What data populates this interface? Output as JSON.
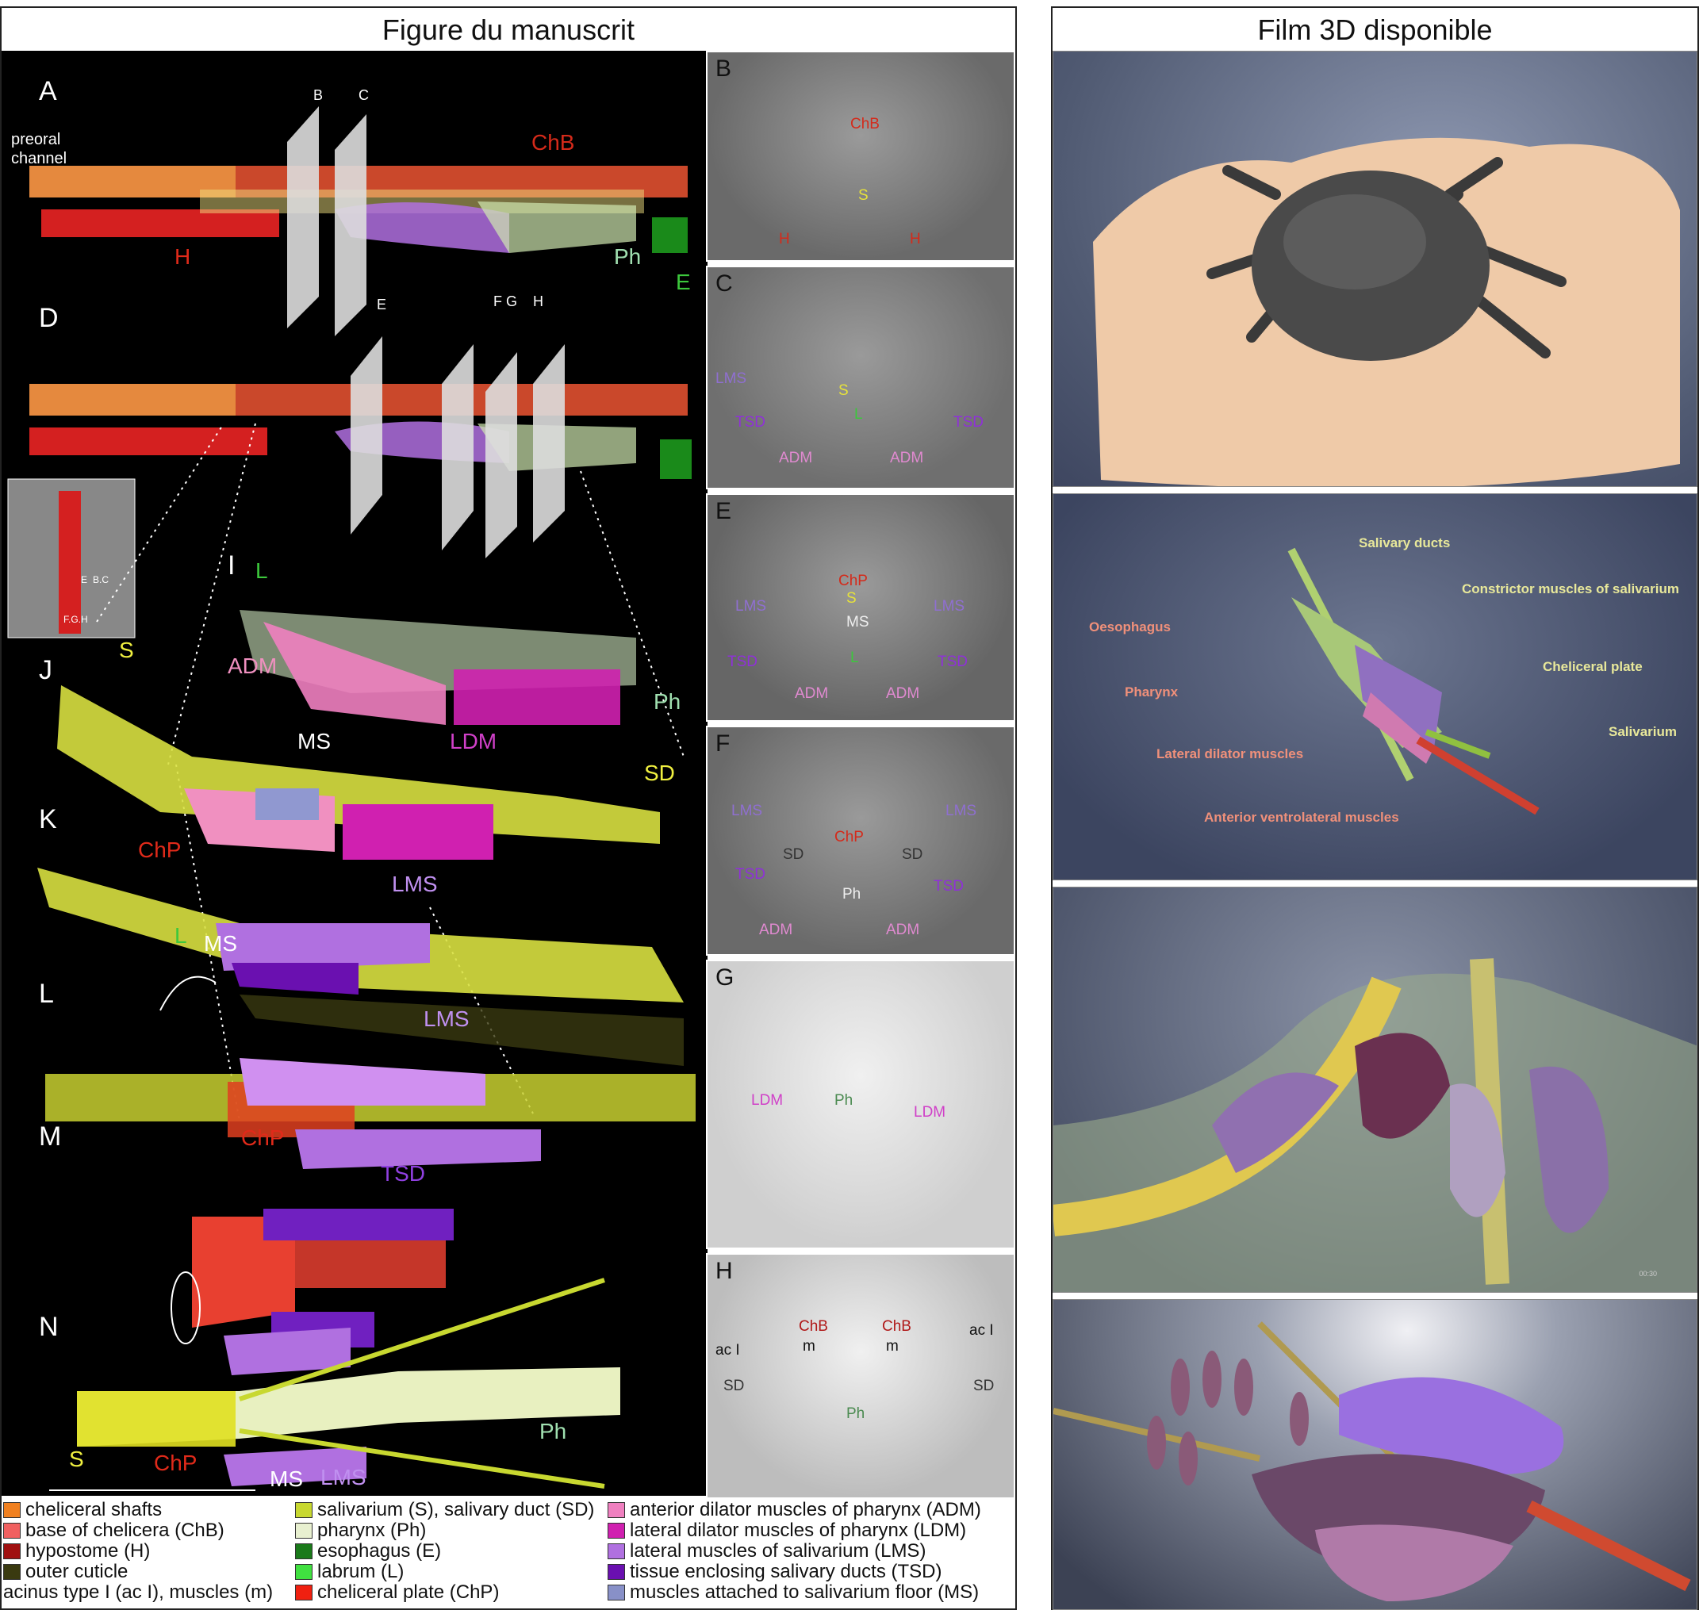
{
  "left_title": "Figure du manuscrit",
  "right_title": "Film 3D disponible",
  "panel_letters": {
    "A": "A",
    "D": "D",
    "I": "I",
    "J": "J",
    "K": "K",
    "L": "L",
    "M": "M",
    "N": "N"
  },
  "slice_letters": {
    "B": "B",
    "C": "C",
    "E": "E",
    "FG": "F G",
    "H": "H"
  },
  "inset_labels": [
    "B.C",
    "E",
    "F.G.H"
  ],
  "main_labels": {
    "preoral_channel": "preoral channel",
    "ChB": "ChB",
    "H": "H",
    "Ph": "Ph",
    "E": "E",
    "L_I": "L",
    "ADM": "ADM",
    "LDM": "LDM",
    "Ph_I": "Ph",
    "S_J": "S",
    "MS_J": "MS",
    "SD": "SD",
    "ChP_K": "ChP",
    "LMS_K": "LMS",
    "L_K": "L",
    "MS_K": "MS",
    "LMS_L": "LMS",
    "ChP_M": "ChP",
    "TSD": "TSD",
    "Ph_N": "Ph",
    "S_N": "S",
    "ChP_N": "ChP",
    "MS_N": "MS",
    "LMS_N": "LMS"
  },
  "em_panels": [
    {
      "letter": "B",
      "labels": [
        [
          "ChB",
          180,
          80,
          "#d42a1a"
        ],
        [
          "S",
          190,
          170,
          "#e6e23a"
        ],
        [
          "H",
          90,
          225,
          "#d42a1a"
        ],
        [
          "H",
          255,
          225,
          "#d42a1a"
        ]
      ]
    },
    {
      "letter": "C",
      "labels": [
        [
          "LMS",
          10,
          130,
          "#8f6fd0"
        ],
        [
          "S",
          165,
          145,
          "#e6e23a"
        ],
        [
          "L",
          185,
          175,
          "#3cc83c"
        ],
        [
          "TSD",
          35,
          185,
          "#8f30d8"
        ],
        [
          "TSD",
          310,
          185,
          "#8f30d8"
        ],
        [
          "ADM",
          90,
          230,
          "#e08ad0"
        ],
        [
          "ADM",
          230,
          230,
          "#e08ad0"
        ]
      ]
    },
    {
      "letter": "E",
      "labels": [
        [
          "ChP",
          165,
          98,
          "#d42a1a"
        ],
        [
          "S",
          175,
          120,
          "#e6e23a"
        ],
        [
          "LMS",
          35,
          130,
          "#8f6fd0"
        ],
        [
          "LMS",
          285,
          130,
          "#8f6fd0"
        ],
        [
          "MS",
          175,
          150,
          "#eeeeee"
        ],
        [
          "TSD",
          25,
          200,
          "#8f30d8"
        ],
        [
          "TSD",
          290,
          200,
          "#8f30d8"
        ],
        [
          "L",
          180,
          195,
          "#3cc83c"
        ],
        [
          "ADM",
          110,
          240,
          "#e08ad0"
        ],
        [
          "ADM",
          225,
          240,
          "#e08ad0"
        ]
      ]
    },
    {
      "letter": "F",
      "labels": [
        [
          "LMS",
          30,
          95,
          "#8f6fd0"
        ],
        [
          "LMS",
          300,
          95,
          "#8f6fd0"
        ],
        [
          "ChP",
          160,
          128,
          "#d42a1a"
        ],
        [
          "SD",
          95,
          150,
          "#333333"
        ],
        [
          "SD",
          245,
          150,
          "#333333"
        ],
        [
          "TSD",
          35,
          175,
          "#8f30d8"
        ],
        [
          "TSD",
          285,
          190,
          "#8f30d8"
        ],
        [
          "Ph",
          170,
          200,
          "#eeeeee"
        ],
        [
          "ADM",
          65,
          245,
          "#e08ad0"
        ],
        [
          "ADM",
          225,
          245,
          "#e08ad0"
        ]
      ]
    },
    {
      "letter": "G",
      "labels": [
        [
          "LDM",
          55,
          165,
          "#d040c8"
        ],
        [
          "Ph",
          160,
          165,
          "#4a8a50"
        ],
        [
          "LDM",
          260,
          180,
          "#d040c8"
        ]
      ]
    },
    {
      "letter": "H",
      "labels": [
        [
          "ChB",
          115,
          80,
          "#b01818"
        ],
        [
          "ChB",
          220,
          80,
          "#b01818"
        ],
        [
          "m",
          120,
          105,
          "#111111"
        ],
        [
          "m",
          225,
          105,
          "#111111"
        ],
        [
          "ac I",
          10,
          110,
          "#111111"
        ],
        [
          "ac I",
          330,
          85,
          "#111111"
        ],
        [
          "SD",
          20,
          155,
          "#333333"
        ],
        [
          "SD",
          335,
          155,
          "#333333"
        ],
        [
          "Ph",
          175,
          190,
          "#4a8a50"
        ]
      ]
    }
  ],
  "movie_labels": [
    {
      "text": "Salivary ducts",
      "color": "#e8e89a"
    },
    {
      "text": "Constrictor muscles of salivarium",
      "color": "#e8e89a"
    },
    {
      "text": "Oesophagus",
      "color": "#f0907a"
    },
    {
      "text": "Cheliceral plate",
      "color": "#e8e89a"
    },
    {
      "text": "Pharynx",
      "color": "#f0907a"
    },
    {
      "text": "Salivarium",
      "color": "#e8e89a"
    },
    {
      "text": "Lateral dilator muscles",
      "color": "#f0907a"
    },
    {
      "text": "Anterior ventrolateral muscles",
      "color": "#f0907a"
    }
  ],
  "movie_timestamp": "00:30",
  "legend": [
    {
      "text": "cheliceral shafts",
      "color": "#f08020"
    },
    {
      "text": "base of chelicera (ChB)",
      "color": "#f06060"
    },
    {
      "text": "hypostome (H)",
      "color": "#a01010"
    },
    {
      "text": "outer cuticle",
      "color": "#3a3a10"
    },
    {
      "text": "acinus type I (ac I), muscles (m)",
      "color": ""
    },
    {
      "text": "salivarium (S), salivary duct (SD)",
      "color": "#c8d830"
    },
    {
      "text": "pharynx (Ph)",
      "color": "#e8f0d0"
    },
    {
      "text": "esophagus (E)",
      "color": "#1a7a1a"
    },
    {
      "text": "labrum (L)",
      "color": "#40e040"
    },
    {
      "text": "cheliceral plate (ChP)",
      "color": "#f02010"
    },
    {
      "text": "anterior dilator muscles of pharynx (ADM)",
      "color": "#f080c0"
    },
    {
      "text": "lateral dilator muscles of pharynx (LDM)",
      "color": "#d020b0"
    },
    {
      "text": "lateral  muscles of salivarium (LMS)",
      "color": "#b070e0"
    },
    {
      "text": "tissue enclosing salivary ducts (TSD)",
      "color": "#6a10b0"
    },
    {
      "text": "muscles attached to salivarium floor (MS)",
      "color": "#8890c8"
    }
  ]
}
